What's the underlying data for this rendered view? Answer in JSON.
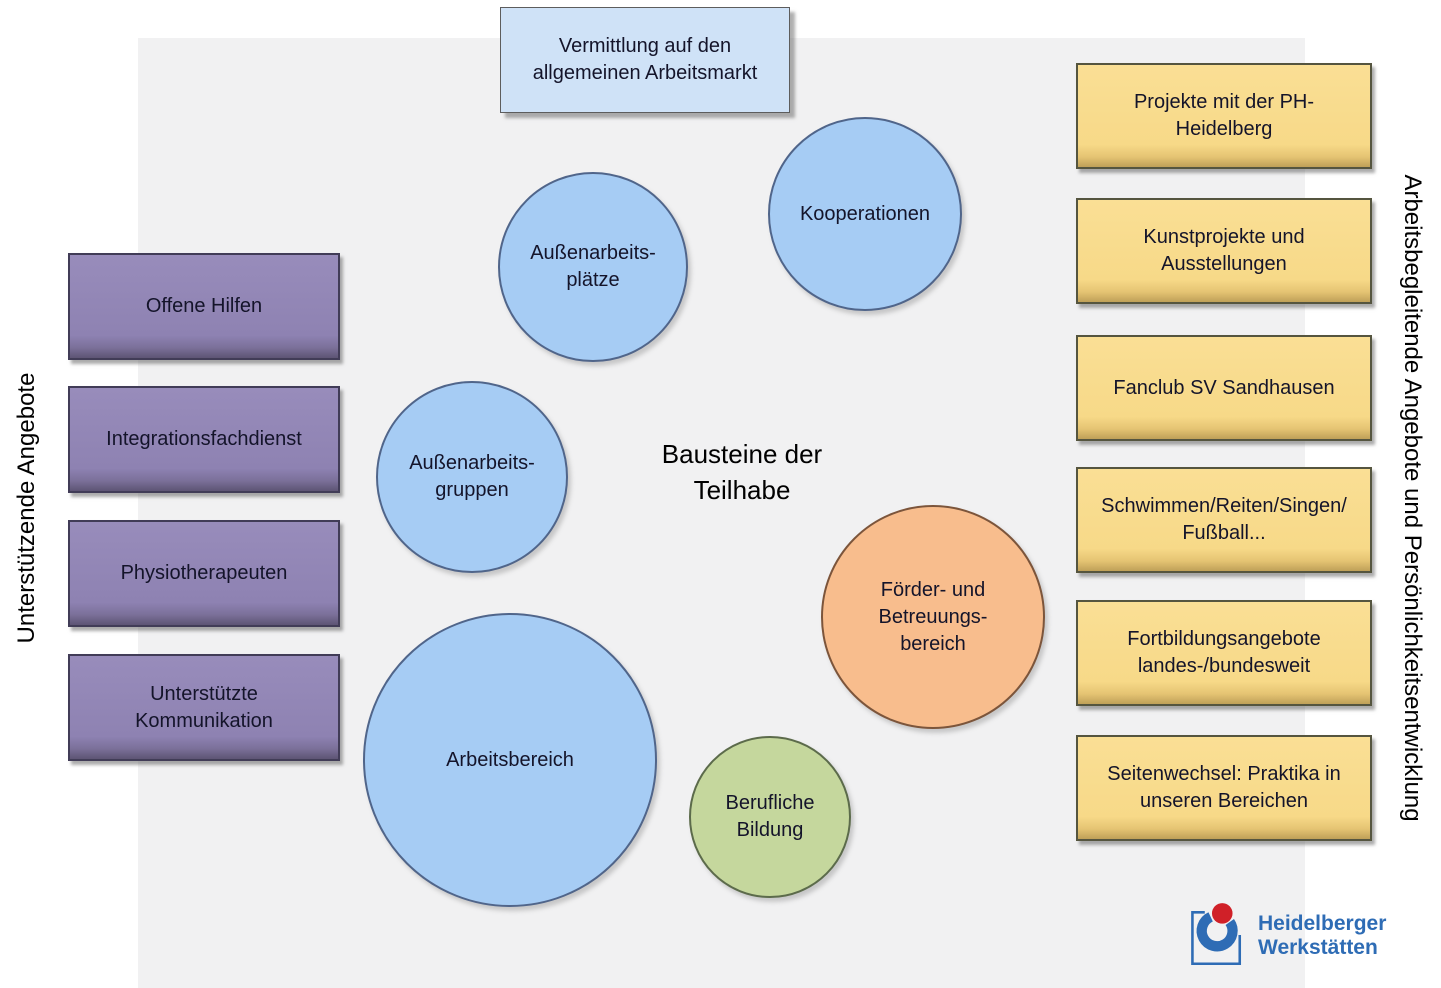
{
  "title": "Bausteine der\nTeilhabe",
  "side_labels": {
    "left": "Unterstützende Angebote",
    "right": "Arbeitsbegleitende Angebote und Persönlichkeitsentwicklung"
  },
  "top_box": {
    "label": "Vermittlung auf den\nallgemeinen Arbeitsmarkt"
  },
  "left_boxes": [
    {
      "label": "Offene Hilfen"
    },
    {
      "label": "Integrationsfachdienst"
    },
    {
      "label": "Physiotherapeuten"
    },
    {
      "label": "Unterstützte\nKommunikation"
    }
  ],
  "right_boxes": [
    {
      "label": "Projekte mit der PH-\nHeidelberg"
    },
    {
      "label": "Kunstprojekte und\nAusstellungen"
    },
    {
      "label": "Fanclub SV Sandhausen"
    },
    {
      "label": "Schwimmen/Reiten/Singen/\nFußball..."
    },
    {
      "label": "Fortbildungsangebote\nlandes-/bundesweit"
    },
    {
      "label": "Seitenwechsel: Praktika in\nunseren Bereichen"
    }
  ],
  "circles": [
    {
      "label": "Außenarbeits-\nplätze",
      "color": "#a6ccf4"
    },
    {
      "label": "Kooperationen",
      "color": "#a6ccf4"
    },
    {
      "label": "Außenarbeits-\ngruppen",
      "color": "#a6ccf4"
    },
    {
      "label": "Arbeitsbereich",
      "color": "#a6ccf4"
    },
    {
      "label": "Förder- und\nBetreuungs-\nbereich",
      "color": "#f8bd8d"
    },
    {
      "label": "Berufliche\nBildung",
      "color": "#c5d79d"
    }
  ],
  "logo": {
    "line1": "Heidelberger",
    "line2": "Werkstätten",
    "brand_color": "#2e6cb5",
    "dot_color": "#d02028"
  },
  "colors": {
    "panel_background": "#f1f1f2",
    "blue_node": "#a6ccf4",
    "light_blue_box": "#cfe2f7",
    "purple_box": "#8e82b2",
    "yellow_box": "#f7d988",
    "orange_node": "#f8bd8d",
    "green_node": "#c5d79d"
  }
}
